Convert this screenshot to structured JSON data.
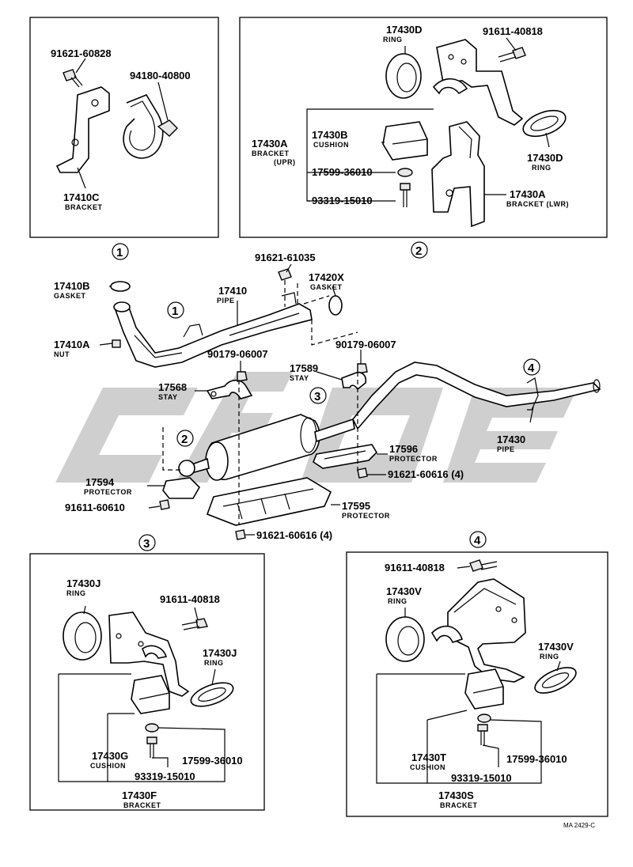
{
  "watermark": "cfoe",
  "panel_1": {
    "marker": "1",
    "labels": {
      "bolt": "91621-60828",
      "clamp": "94180-40800",
      "bracket": "17410C",
      "bracket_sub": "BRACKET"
    }
  },
  "panel_2": {
    "marker": "2",
    "labels": {
      "ring_top": "17430D",
      "ring_top_sub": "RING",
      "bolt": "91611-40818",
      "bracket_upr": "17430A",
      "bracket_upr_sub1": "BRACKET",
      "bracket_upr_sub2": "(UPR)",
      "cushion": "17430B",
      "cushion_sub": "CUSHION",
      "washer": "17599-36010",
      "screw": "93319-15010",
      "ring_right": "17430D",
      "ring_right_sub": "RING",
      "bracket_lwr": "17430A",
      "bracket_lwr_sub": "BRACKET (LWR)"
    }
  },
  "main": {
    "markers": {
      "m1": "1",
      "m2": "2",
      "m3": "3",
      "m4": "4"
    },
    "labels": {
      "bolt_top": "91621-61035",
      "gasket_x": "17420X",
      "gasket_x_sub": "GASKET",
      "pipe": "17410",
      "pipe_sub": "PIPE",
      "gasket_b": "17410B",
      "gasket_b_sub": "GASKET",
      "nut": "17410A",
      "nut_sub": "NUT",
      "nut_a": "90179-06007",
      "nut_b": "90179-06007",
      "stay_a": "17568",
      "stay_a_sub": "STAY",
      "stay_b": "17589",
      "stay_b_sub": "STAY",
      "tail_pipe": "17430",
      "tail_pipe_sub": "PIPE",
      "prot_596": "17596",
      "prot_596_sub": "PROTECTOR",
      "bolt_616_a": "91621-60616 (4)",
      "prot_594": "17594",
      "prot_594_sub": "PROTECTOR",
      "bolt_610": "91611-60610",
      "prot_595": "17595",
      "prot_595_sub": "PROTECTOR",
      "bolt_616_b": "91621-60616 (4)"
    }
  },
  "panel_3": {
    "marker": "3",
    "labels": {
      "ring_left": "17430J",
      "ring_left_sub": "RING",
      "bolt": "91611-40818",
      "ring_right": "17430J",
      "ring_right_sub": "RING",
      "cushion": "17430G",
      "cushion_sub": "CUSHION",
      "washer": "17599-36010",
      "screw": "93319-15010",
      "bracket": "17430F",
      "bracket_sub": "BRACKET"
    }
  },
  "panel_4": {
    "marker": "4",
    "labels": {
      "bolt": "91611-40818",
      "ring_left": "17430V",
      "ring_left_sub": "RING",
      "ring_right": "17430V",
      "ring_right_sub": "RING",
      "cushion": "17430T",
      "cushion_sub": "CUSHION",
      "washer": "17599-36010",
      "screw": "93319-15010",
      "bracket": "17430S",
      "bracket_sub": "BRACKET"
    }
  },
  "footer_code": "MA 2429-C"
}
